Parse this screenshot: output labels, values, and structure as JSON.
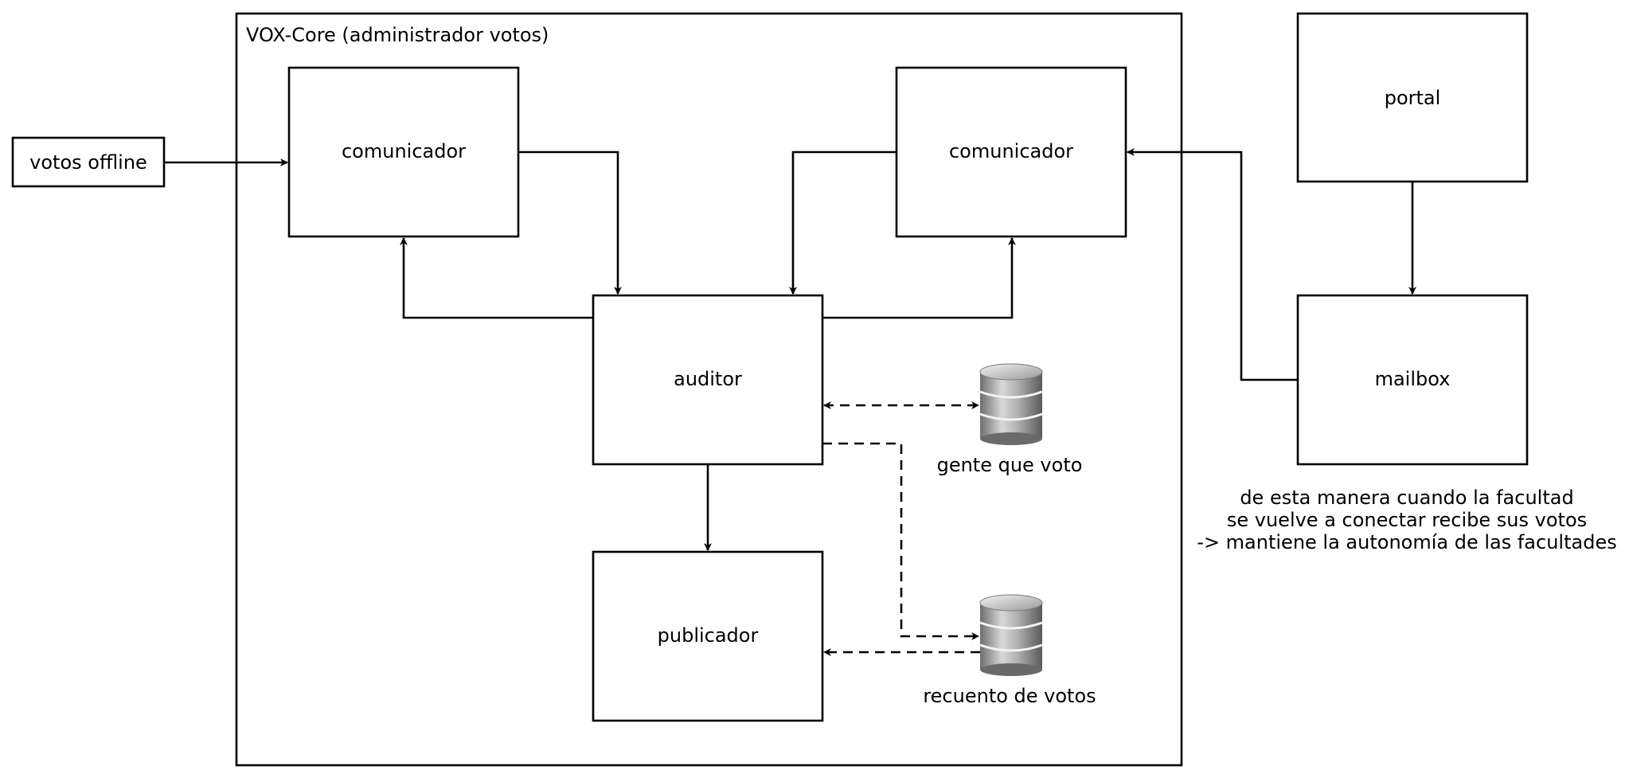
{
  "diagram": {
    "container_title": "VOX-Core (administrador votos)",
    "nodes": {
      "votos_offline": "votos offline",
      "comunicador_left": "comunicador",
      "comunicador_right": "comunicador",
      "auditor": "auditor",
      "publicador": "publicador",
      "portal": "portal",
      "mailbox": "mailbox"
    },
    "databases": {
      "gente_que_voto": "gente que voto",
      "recuento_de_votos": "recuento de votos"
    },
    "note": [
      "de esta manera cuando la facultad",
      "se vuelve a conectar recibe sus votos",
      "-> mantiene la autonomía de las facultades"
    ],
    "edges": [
      {
        "from": "votos offline",
        "to": "comunicador",
        "style": "solid"
      },
      {
        "from": "comunicador",
        "to": "auditor",
        "style": "solid"
      },
      {
        "from": "auditor",
        "to": "comunicador",
        "style": "solid"
      },
      {
        "from": "comunicador",
        "to": "auditor",
        "style": "solid"
      },
      {
        "from": "auditor",
        "to": "comunicador",
        "style": "solid"
      },
      {
        "from": "auditor",
        "to": "publicador",
        "style": "solid"
      },
      {
        "from": "auditor",
        "to": "gente que voto",
        "style": "dashed",
        "bidirectional": true
      },
      {
        "from": "auditor",
        "to": "recuento de votos",
        "style": "dashed"
      },
      {
        "from": "recuento de votos",
        "to": "publicador",
        "style": "dashed"
      },
      {
        "from": "portal",
        "to": "mailbox",
        "style": "solid"
      },
      {
        "from": "mailbox",
        "to": "comunicador",
        "style": "solid"
      }
    ]
  }
}
